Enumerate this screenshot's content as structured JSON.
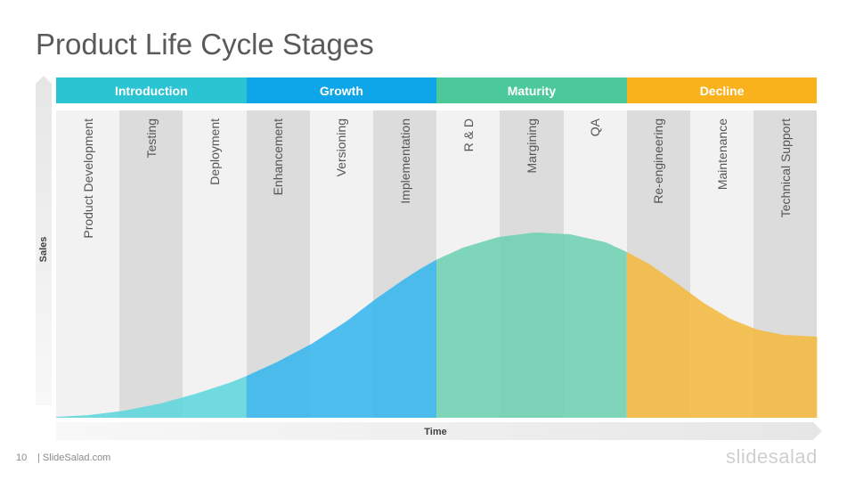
{
  "title": "Product Life Cycle Stages",
  "axes": {
    "y_label": "Sales",
    "x_label": "Time"
  },
  "stages": [
    {
      "label": "Introduction",
      "color": "#2bc4d3"
    },
    {
      "label": "Growth",
      "color": "#0ea5e9"
    },
    {
      "label": "Maturity",
      "color": "#4cc99b"
    },
    {
      "label": "Decline",
      "color": "#f9b21c"
    }
  ],
  "activities": [
    "Product Development",
    "Testing",
    "Deployment",
    "Enhancement",
    "Versioning",
    "Implementation",
    "R & D",
    "Margining",
    "QA",
    "Re-engineering",
    "Maintenance",
    "Technical Support"
  ],
  "area_colors": [
    "#5ed6de",
    "#36b6ec",
    "#6ed0b2",
    "#f4b940"
  ],
  "footer": {
    "page_number": "10",
    "site": "| SlideSalad.com",
    "brand": "slidesalad"
  }
}
